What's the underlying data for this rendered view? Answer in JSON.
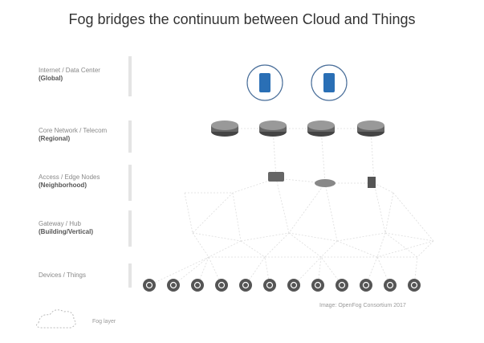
{
  "title": "Fog bridges the continuum between Cloud and Things",
  "tiers": [
    {
      "line1": "Internet / Data Center",
      "line2": "(Global)"
    },
    {
      "line1": "Core Network / Telecom",
      "line2": "(Regional)"
    },
    {
      "line1": "Access / Edge Nodes",
      "line2": "(Neighborhood)"
    },
    {
      "line1": "Gateway / Hub",
      "line2": "(Building/Vertical)"
    },
    {
      "line1": "Devices / Things",
      "line2": ""
    }
  ],
  "caption": "Image: OpenFog Consortium 2017",
  "fog_label": "Fog layer",
  "colors": {
    "node": "#555555",
    "accent": "#2a6fb5"
  }
}
